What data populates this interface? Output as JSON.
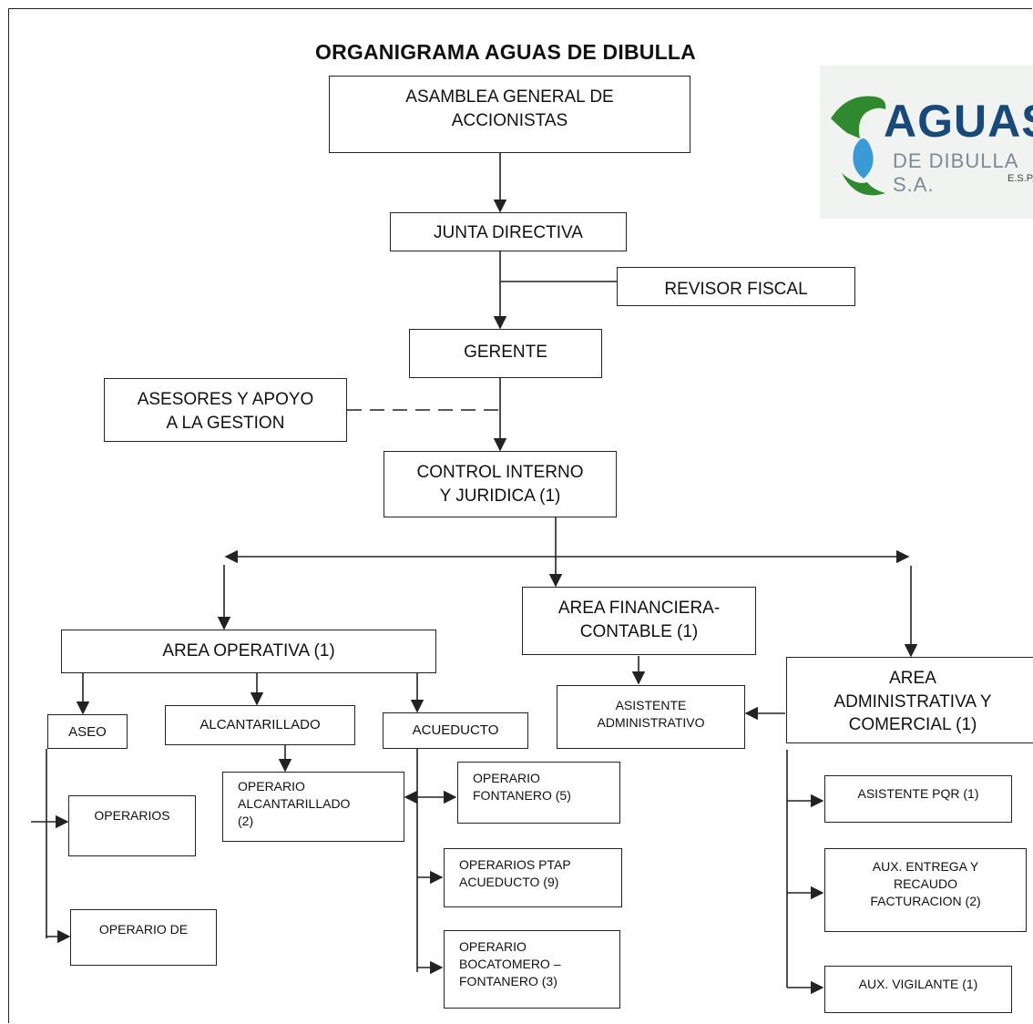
{
  "title": "ORGANIGRAMA AGUAS DE DIBULLA",
  "logo": {
    "word": "AGUAS",
    "sub": "DE DIBULLA S.A.",
    "esp": "E.S.P."
  },
  "nodes": {
    "asamblea": "ASAMBLEA GENERAL DE\nACCIONISTAS",
    "junta": "JUNTA DIRECTIVA",
    "revisor": "REVISOR FISCAL",
    "gerente": "GERENTE",
    "asesores": "ASESORES Y APOYO\nA LA GESTION",
    "control": "CONTROL INTERNO\nY JURIDICA (1)",
    "operativa": "AREA OPERATIVA (1)",
    "financiera": "AREA FINANCIERA-\nCONTABLE (1)",
    "administrativa": "AREA\nADMINISTRATIVA Y\nCOMERCIAL (1)",
    "aseo": "ASEO",
    "alcantarillado": "ALCANTARILLADO",
    "acueducto": "ACUEDUCTO",
    "asistente_admin": "ASISTENTE\nADMINISTRATIVO",
    "operarios": "OPERARIOS",
    "operario_de": "OPERARIO DE",
    "operario_alcantarillado": "OPERARIO\nALCANTARILLADO\n(2)",
    "operario_fontanero": "OPERARIO\nFONTANERO (5)",
    "operarios_ptap": "OPERARIOS PTAP\nACUEDUCTO (9)",
    "operario_bocatomero": "OPERARIO\nBOCATOMERO –\nFONTANERO (3)",
    "asistente_pqr": "ASISTENTE PQR (1)",
    "aux_entrega": "AUX. ENTREGA Y\nRECAUDO\nFACTURACION (2)",
    "aux_vigilante": "AUX. VIGILANTE (1)"
  }
}
